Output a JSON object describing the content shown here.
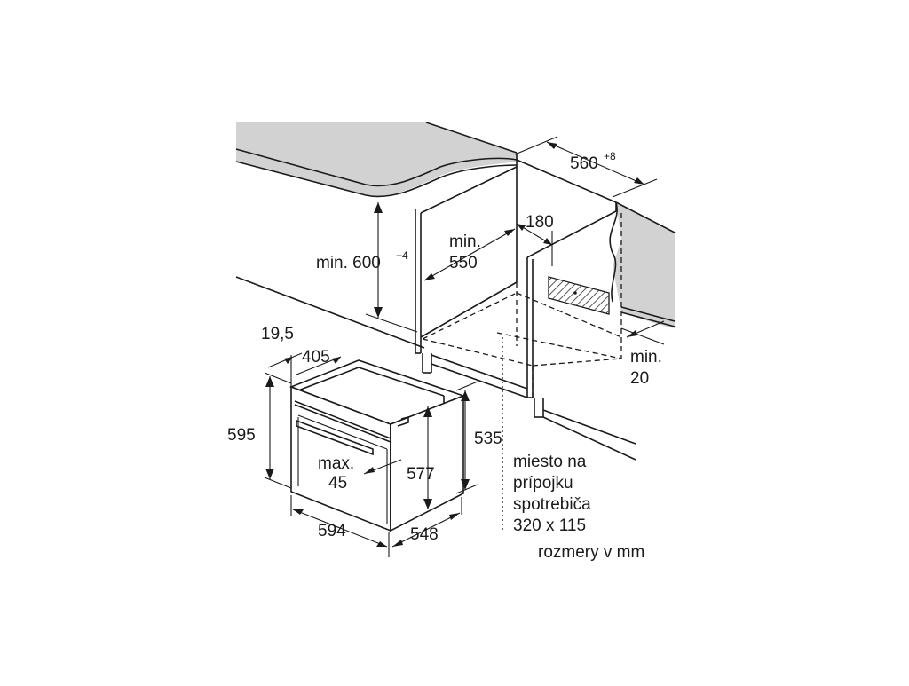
{
  "labels": {
    "width_niche": "560",
    "width_niche_tol": "+8",
    "depth_180": "180",
    "height_min_main": "min. 600",
    "height_min_tol": "+4",
    "min_depth_label": "min.",
    "min_depth_value": "550",
    "side_min_label": "min.",
    "side_min_value": "20",
    "front_19_5": "19,5",
    "front_405": "405",
    "height_595": "595",
    "height_577": "577",
    "height_535": "535",
    "handle_max_label": "max.",
    "handle_max_value": "45",
    "width_594": "594",
    "depth_548": "548",
    "connection_line1": "miesto na",
    "connection_line2": "prípojku",
    "connection_line3": "spotrebiča",
    "connection_line4": "320 x 115",
    "units_note": "rozmery v mm"
  },
  "colors": {
    "countertop": "#d2d2d2",
    "ink": "#1a1a1a",
    "hatch": "#555555"
  }
}
